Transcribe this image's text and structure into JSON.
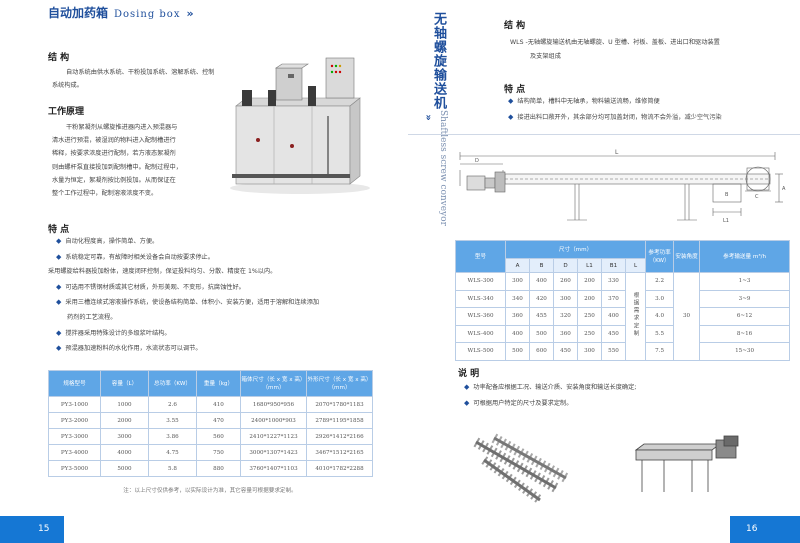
{
  "left_page": {
    "header": {
      "title_cn": "自动加药箱",
      "title_en": "Dosing box",
      "arrow": "»"
    },
    "structure": {
      "title": "结 构",
      "text": "自动系统由供水系统、干粉投加系统、溶解系统、控制系统构成。"
    },
    "principle": {
      "title": "工作原理",
      "lines": [
        "干粉絮凝剂从螺旋推进器内进入预混器与",
        "清水进行预混，被湿润的物料进入配制槽进行",
        "稀释，按要求浓度进行配制，若方液态絮凝剂",
        "则由螺杆泵直接投加到配制槽中。配制过程中，",
        "水量为恒定，絮凝剂按比例投加。从而保证在",
        "整个工作过程中，配制溶液浓度不变。"
      ]
    },
    "features": {
      "title": "特 点",
      "items": [
        {
          "bullet": true,
          "text": "自动化程度高，操作简单、方便。"
        },
        {
          "bullet": true,
          "text": "系统稳定可靠，有故障时相关设备会自动按要求停止。"
        },
        {
          "bullet": false,
          "text": "采用螺旋给料器投加粉体，速度闭环控制，保证投料均匀、分散、精度在 1%以内。"
        },
        {
          "bullet": true,
          "text": "可选用不锈钢材质或其它材质，外形美观、不变形，抗腐蚀性好。"
        },
        {
          "bullet": true,
          "text": "采用三槽连续式溶液操作系统，使设备结构简单、体积小、安装方便，适用于溶解和连续添加"
        },
        {
          "bullet": false,
          "indent": true,
          "text": "药剂的工艺流程。"
        },
        {
          "bullet": true,
          "text": "搅拌器采用特殊设计的多级浆叶结构。"
        },
        {
          "bullet": true,
          "text": "预混器加速粉料的水化作用，水流状态可以调节。"
        }
      ]
    },
    "table": {
      "headers": [
        "规格型号",
        "容量（L）",
        "总功率（KW）",
        "重量（kg）",
        "箱体尺寸（长 x 宽 x 高）（mm）",
        "外形尺寸（长 x 宽 x 高）（mm）"
      ],
      "rows": [
        [
          "PY3-1000",
          "1000",
          "2.6",
          "410",
          "1680*950*956",
          "2070*1780*1183"
        ],
        [
          "PY3-2000",
          "2000",
          "3.55",
          "470",
          "2400*1000*903",
          "2789*1195*1858"
        ],
        [
          "PY3-3000",
          "3000",
          "3.86",
          "560",
          "2410*1227*1123",
          "2926*1412*2166"
        ],
        [
          "PY3-4000",
          "4000",
          "4.75",
          "750",
          "3000*1307*1423",
          "3467*1512*2165"
        ],
        [
          "PY3-5000",
          "5000",
          "5.8",
          "880",
          "3760*1407*1103",
          "4010*1782*2288"
        ]
      ],
      "note": "注：以上尺寸仅供参考，以实际设计为准，其它容量可根据要求定制。"
    },
    "page_number": "15"
  },
  "right_page": {
    "vertical_title_cn": "无轴螺旋输送机",
    "vertical_title_en": "Shaftless screw conveyor",
    "chevron": "»",
    "structure": {
      "title": "结 构",
      "line1": "WLS -无轴螺旋输送机由无轴螺旋、U 型槽、衬板、盖板、进出口和驱动装置",
      "line2": "及支架组成"
    },
    "features": {
      "title": "特 点",
      "items": [
        "结构简单，槽料中无轴承，物料输送流畅，维修简便",
        "接进出料口敞开外，其余部分均可加盖封闭，物流不会外溢，减少空气污染"
      ]
    },
    "drawing_labels": {
      "L": "L",
      "L1": "L1",
      "B": "B",
      "A": "A",
      "C": "C",
      "D": "D"
    },
    "table": {
      "h_model": "型号",
      "h_size": "尺寸（mm）",
      "h_power": "参考功率（KW）",
      "h_angle": "安装角度",
      "h_capacity": "参考输送量 m³/h",
      "sub_headers": [
        "A",
        "B",
        "D",
        "L1",
        "B1",
        "L"
      ],
      "rows": [
        [
          "WLS-300",
          "300",
          "400",
          "260",
          "200",
          "330",
          "2.2",
          "1~3"
        ],
        [
          "WLS-340",
          "340",
          "420",
          "300",
          "200",
          "370",
          "3.0",
          "3~9"
        ],
        [
          "WLS-360",
          "360",
          "455",
          "320",
          "250",
          "400",
          "4.0",
          "6~12"
        ],
        [
          "WLS-400",
          "400",
          "500",
          "360",
          "250",
          "450",
          "5.5",
          "8~16"
        ],
        [
          "WLS-500",
          "500",
          "600",
          "450",
          "300",
          "550",
          "7.5",
          "15~30"
        ]
      ],
      "l_note": "根据需求定制",
      "angle_value": "30"
    },
    "notes": {
      "title": "说 明",
      "items": [
        "功率配备应根据工况、输送介质、安装角度和输送长度确定;",
        "可根据用户特定的尺寸及要求定制。"
      ]
    },
    "page_number": "16"
  },
  "colors": {
    "accent": "#1f4f9c",
    "table_header": "#5fa6e6",
    "footer": "#1577d4"
  }
}
